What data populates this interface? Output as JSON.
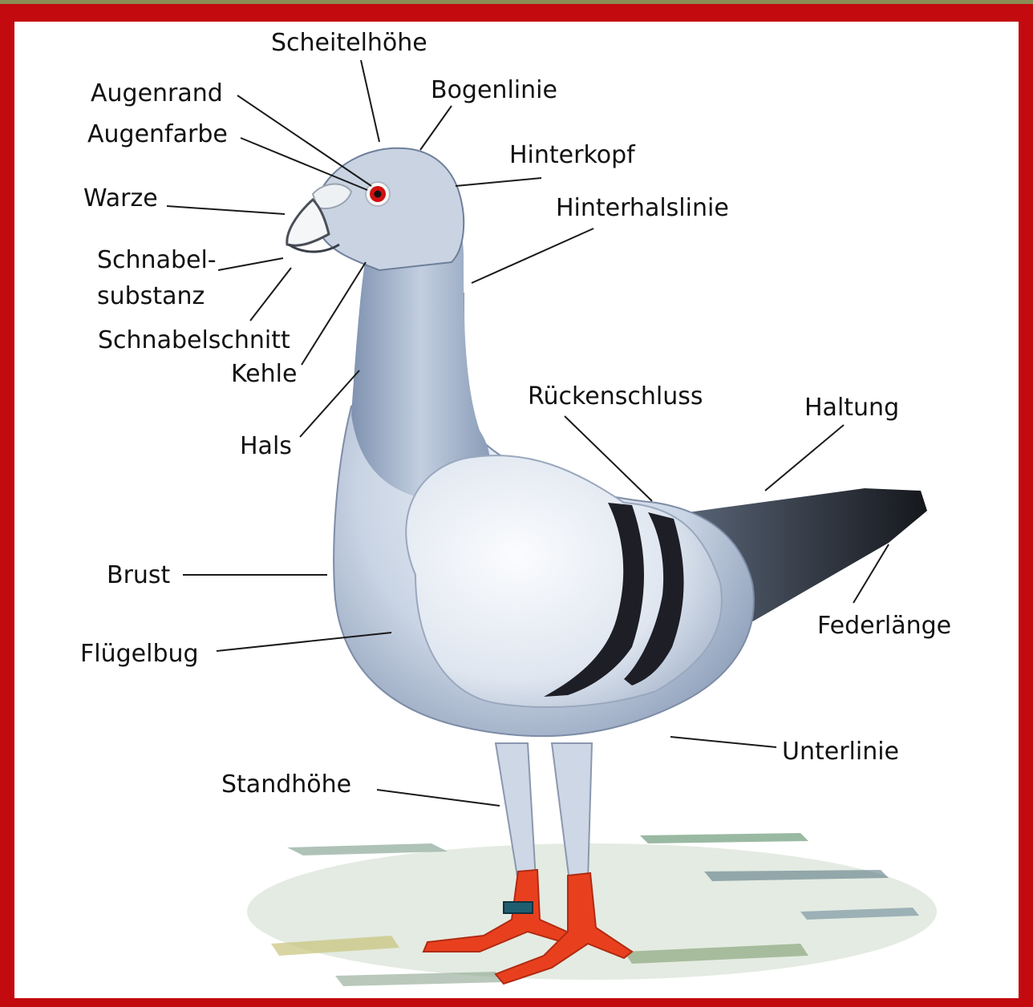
{
  "labels": {
    "scheitelhoehe": "Scheitelhöhe",
    "bogenlinie": "Bogenlinie",
    "augenrand": "Augenrand",
    "augenfarbe": "Augenfarbe",
    "hinterkopf": "Hinterkopf",
    "warze": "Warze",
    "hinterhalslinie": "Hinterhalslinie",
    "schnabel_1": "Schnabel-",
    "schnabel_2": "substanz",
    "schnabelschnitt": "Schnabelschnitt",
    "kehle": "Kehle",
    "hals": "Hals",
    "rueckenschluss": "Rückenschluss",
    "haltung": "Haltung",
    "brust": "Brust",
    "federlaenge": "Federlänge",
    "fluegelbug": "Flügelbug",
    "unterlinie": "Unterlinie",
    "standhoehe": "Standhöhe"
  },
  "colors": {
    "frame": "#c30a0e",
    "plumage": "#b9c8dc",
    "wing_bar": "#1e1e26",
    "feet": "#e8401e",
    "eye": "#d01010"
  }
}
